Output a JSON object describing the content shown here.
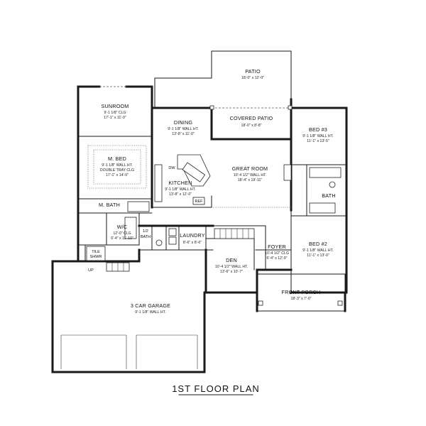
{
  "title": "1ST FLOOR PLAN",
  "rooms": {
    "patio": {
      "name": "PATIO",
      "dims": "18'-0\" x 12'-0\""
    },
    "sunroom": {
      "name": "SUNROOM",
      "line1": "9'-1 1/8\" CLG",
      "dims": "17'-1\" x 11'-0\""
    },
    "dining": {
      "name": "DINING",
      "line1": "9'-1 1/8\" WALL HT.",
      "dims": "13'-8\" x 11'-0\""
    },
    "covered_patio": {
      "name": "COVERED PATIO",
      "dims": "18'-0\" x 8'-8\""
    },
    "bed3": {
      "name": "BED #3",
      "line1": "9'-1 1/8\" WALL HT.",
      "dims": "11'-1\" x 13'-5\""
    },
    "mbed": {
      "name": "M. BED",
      "line1": "9'-1 1/8\" WALL HT.",
      "line2": "DOUBLE TRAY CLG",
      "dims": "17'-1\" x 14'-0\""
    },
    "kitchen": {
      "name": "KITCHEN",
      "line1": "9'-1 1/8\" WALL HT.",
      "dims": "13'-8\" x 12'-0\""
    },
    "great_room": {
      "name": "GREAT ROOM",
      "line1": "10'-4 1/2\" WALL HT.",
      "dims": "18'-4\" x 19'-11\""
    },
    "bath": {
      "name": "BATH"
    },
    "mbath": {
      "name": "M. BATH"
    },
    "wic": {
      "name": "W/C",
      "line1": "12'-0\" CLG",
      "dims": "6'-4\" x 11'-10\""
    },
    "half_bath": {
      "name": "1/2",
      "line2": "BATH"
    },
    "laundry": {
      "name": "LAUNDRY",
      "dims": "8'-6\" x 8'-6\""
    },
    "foyer": {
      "name": "FOYER",
      "line1": "10'-4 1/2\" CLG",
      "dims": "6'-4\" x 12'-9\""
    },
    "bed2": {
      "name": "BED #2",
      "line1": "9'-1 1/8\" WALL HT.",
      "dims": "11'-1\" x 13'-0\""
    },
    "den": {
      "name": "DEN",
      "line1": "10'-4 1/2\" WALL HT.",
      "dims": "13'-6\" x 10'-7\""
    },
    "tile_shwr": {
      "name": "TILE",
      "line2": "SHWR"
    },
    "front_porch": {
      "name": "FRONT PORCH",
      "dims": "18'-3\" x 7'-0\""
    },
    "garage": {
      "name": "3 CAR GARAGE",
      "line1": "9'-1 1/8\" WALL HT."
    }
  },
  "tags": {
    "dw": "DW",
    "ref": "REF",
    "up": "UP"
  }
}
